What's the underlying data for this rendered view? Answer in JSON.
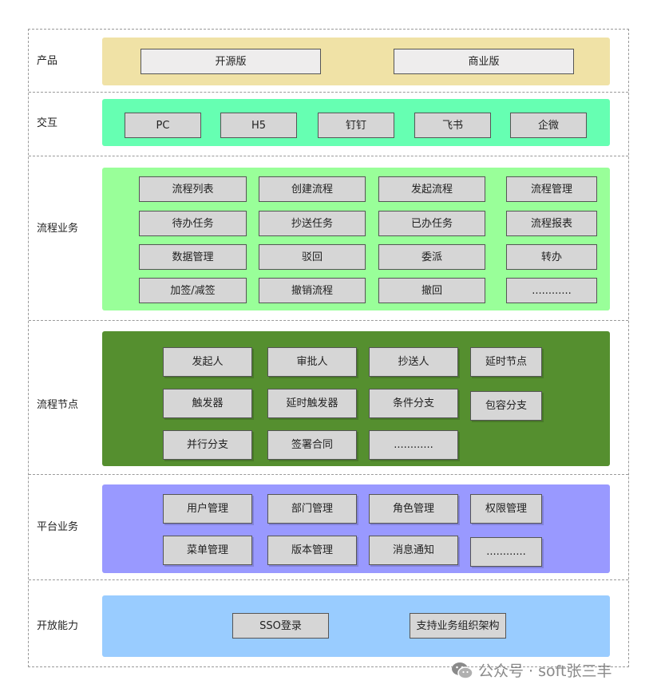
{
  "rows": {
    "product": {
      "label": "产品",
      "color": "#f0e2a6",
      "items": [
        "开源版",
        "商业版"
      ]
    },
    "interaction": {
      "label": "交互",
      "color": "#66ffb2",
      "items": [
        "PC",
        "H5",
        "钉钉",
        "飞书",
        "企微"
      ]
    },
    "process_business": {
      "label": "流程业务",
      "color": "#99ff99",
      "items": [
        "流程列表",
        "创建流程",
        "发起流程",
        "流程管理",
        "待办任务",
        "抄送任务",
        "已办任务",
        "流程报表",
        "数据管理",
        "驳回",
        "委派",
        "转办",
        "加签/减签",
        "撤销流程",
        "撤回",
        "............"
      ]
    },
    "process_node": {
      "label": "流程节点",
      "color": "#558f2f",
      "items": [
        "发起人",
        "审批人",
        "抄送人",
        "延时节点",
        "触发器",
        "延时触发器",
        "条件分支",
        "包容分支",
        "并行分支",
        "签署合同",
        "............"
      ]
    },
    "platform_business": {
      "label": "平台业务",
      "color": "#9999ff",
      "items": [
        "用户管理",
        "部门管理",
        "角色管理",
        "权限管理",
        "菜单管理",
        "版本管理",
        "消息通知",
        "............"
      ]
    },
    "open_capability": {
      "label": "开放能力",
      "color": "#99ccff",
      "items": [
        "SSO登录",
        "支持业务组织架构"
      ]
    }
  },
  "watermark": {
    "text": "公众号 · soft张三丰",
    "icon": "wechat-icon"
  }
}
